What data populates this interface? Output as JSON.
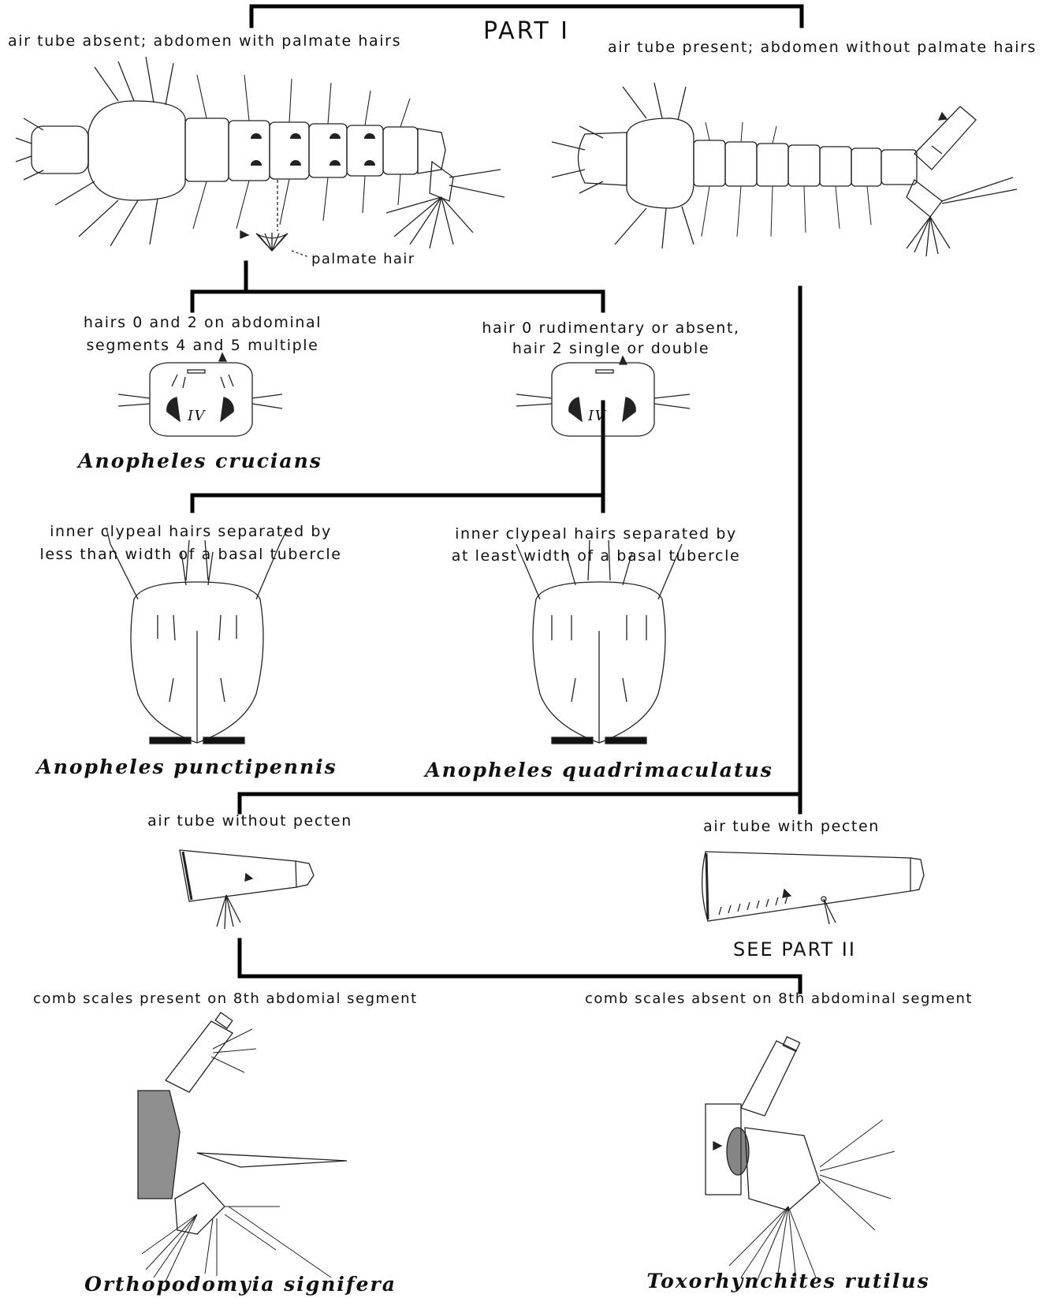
{
  "title": "PART I",
  "couplet1": {
    "left": "air tube absent; abdomen with palmate hairs",
    "right": "air tube present; abdomen without palmate hairs",
    "palmate_label": "palmate hair"
  },
  "couplet2": {
    "left_line1": "hairs 0 and 2 on abdominal",
    "left_line2": "segments 4 and 5 multiple",
    "right_line1": "hair 0 rudimentary or absent,",
    "right_line2": "hair 2 single or double",
    "left_species": "Anopheles crucians",
    "segment_label": "IV"
  },
  "couplet3": {
    "left_line1": "inner clypeal hairs separated by",
    "left_line2": "less than width of a basal tubercle",
    "right_line1": "inner clypeal hairs separated by",
    "right_line2": "at least width of a basal tubercle",
    "left_species": "Anopheles punctipennis",
    "right_species": "Anopheles quadrimaculatus"
  },
  "couplet4": {
    "left": "air tube without pecten",
    "right": "air tube with pecten",
    "right_ref": "SEE PART II"
  },
  "couplet5": {
    "left": "comb scales present on 8th abdomial segment",
    "right": "comb scales absent on 8th abdominal segment",
    "left_species": "Orthopodomyia signifera",
    "right_species": "Toxorhynchites rutilus"
  }
}
